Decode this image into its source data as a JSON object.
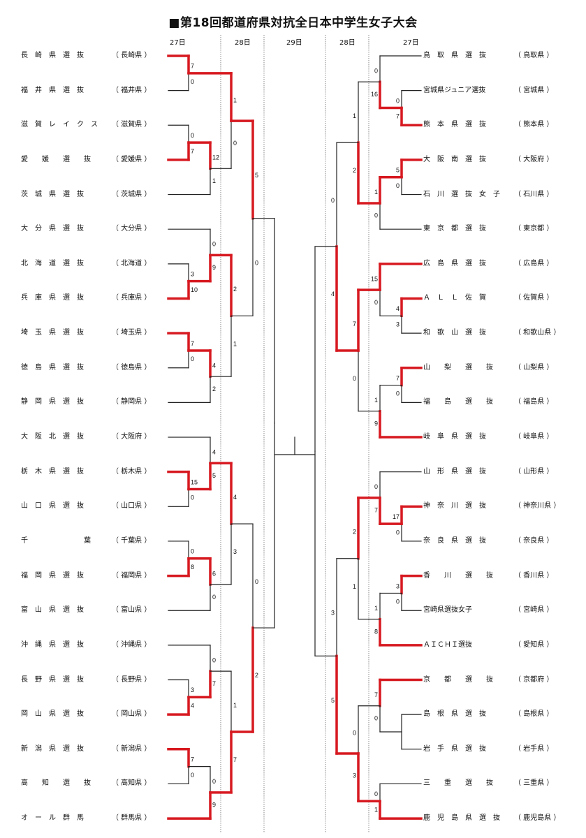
{
  "title": "■第18回都道府県対抗全日本中学生女子大会",
  "day_headers": {
    "left": [
      "27日",
      "28日"
    ],
    "center": "29日",
    "right": [
      "28日",
      "27日"
    ]
  },
  "chart_data": {
    "type": "bracket",
    "title": "■第18回都道府県対抗全日本中学生女子大会",
    "colors": {
      "winner_path": "#d71920",
      "line": "#222222",
      "day_divider": "#888888"
    },
    "left_teams": [
      {
        "name": "長　崎　県　選　抜",
        "pref": "長崎県"
      },
      {
        "name": "福　井　県　選　抜",
        "pref": "福井県"
      },
      {
        "name": "滋　賀　レ　イ　ク　ス",
        "pref": "滋賀県"
      },
      {
        "name": "愛　　媛　　選　　抜",
        "pref": "愛媛県"
      },
      {
        "name": "茨　城　県　選　抜",
        "pref": "茨城県"
      },
      {
        "name": "大　分　県　選　抜",
        "pref": "大分県"
      },
      {
        "name": "北　海　道　選　抜",
        "pref": "北海道"
      },
      {
        "name": "兵　庫　県　選　抜",
        "pref": "兵庫県"
      },
      {
        "name": "埼　玉　県　選　抜",
        "pref": "埼玉県"
      },
      {
        "name": "徳　島　県　選　抜",
        "pref": "徳島県"
      },
      {
        "name": "静　岡　県　選　抜",
        "pref": "静岡県"
      },
      {
        "name": "大　阪　北　選　抜",
        "pref": "大阪府"
      },
      {
        "name": "栃　木　県　選　抜",
        "pref": "栃木県"
      },
      {
        "name": "山　口　県　選　抜",
        "pref": "山口県"
      },
      {
        "name": "千　　　　　　　　葉",
        "pref": "千葉県"
      },
      {
        "name": "福　岡　県　選　抜",
        "pref": "福岡県"
      },
      {
        "name": "富　山　県　選　抜",
        "pref": "富山県"
      },
      {
        "name": "沖　縄　県　選　抜",
        "pref": "沖縄県"
      },
      {
        "name": "長　野　県　選　抜",
        "pref": "長野県"
      },
      {
        "name": "岡　山　県　選　抜",
        "pref": "岡山県"
      },
      {
        "name": "新　潟　県　選　抜",
        "pref": "新潟県"
      },
      {
        "name": "高　　知　　選　　抜",
        "pref": "高知県"
      },
      {
        "name": "オ　ー　ル　群　馬",
        "pref": "群馬県"
      }
    ],
    "right_teams": [
      {
        "name": "鳥　取　県　選　抜",
        "pref": "鳥取県"
      },
      {
        "name": "宮城県ジュニア選抜",
        "pref": "宮城県"
      },
      {
        "name": "熊　本　県　選　抜",
        "pref": "熊本県"
      },
      {
        "name": "大　阪　南　選　抜",
        "pref": "大阪府"
      },
      {
        "name": "石　川　選　抜　女　子",
        "pref": "石川県"
      },
      {
        "name": "東　京　都　選　抜",
        "pref": "東京都"
      },
      {
        "name": "広　島　県　選　抜",
        "pref": "広島県"
      },
      {
        "name": "Ａ　Ｌ　Ｌ　佐　賀",
        "pref": "佐賀県"
      },
      {
        "name": "和　歌　山　選　抜",
        "pref": "和歌山県"
      },
      {
        "name": "山　　梨　　選　　抜",
        "pref": "山梨県"
      },
      {
        "name": "福　　島　　選　　抜",
        "pref": "福島県"
      },
      {
        "name": "岐　阜　県　選　抜",
        "pref": "岐阜県"
      },
      {
        "name": "山　形　県　選　抜",
        "pref": "山形県"
      },
      {
        "name": "神　奈　川　選　抜",
        "pref": "神奈川県"
      },
      {
        "name": "奈　良　県　選　抜",
        "pref": "奈良県"
      },
      {
        "name": "香　　川　　選　　抜",
        "pref": "香川県"
      },
      {
        "name": "宮崎県選抜女子",
        "pref": "宮崎県"
      },
      {
        "name": "ＡＩＣＨＩ選抜",
        "pref": "愛知県"
      },
      {
        "name": "京　　都　　選　　抜",
        "pref": "京都府"
      },
      {
        "name": "島　根　県　選　抜",
        "pref": "島根県"
      },
      {
        "name": "岩　手　県　選　抜",
        "pref": "岩手県"
      },
      {
        "name": "三　　重　　選　　抜",
        "pref": "三重県"
      },
      {
        "name": "鹿　児　島　県　選　抜",
        "pref": "鹿児島県"
      }
    ],
    "left_matches": [
      {
        "id": "L1",
        "round": 1,
        "a": {
          "team": 0
        },
        "b": {
          "team": 1
        },
        "score_a": "7",
        "score_b": "0",
        "winner": "a"
      },
      {
        "id": "L2",
        "round": 1,
        "a": {
          "team": 2
        },
        "b": {
          "team": 3
        },
        "score_a": "0",
        "score_b": "7",
        "winner": "b"
      },
      {
        "id": "L3",
        "round": 2,
        "a": {
          "match": "L2"
        },
        "b": {
          "team": 4
        },
        "score_a": "12",
        "score_b": "1",
        "winner": "a"
      },
      {
        "id": "L4",
        "round": 2,
        "a": {
          "match": "L1"
        },
        "b": {
          "match": "L3"
        },
        "score_a": "1",
        "score_b": "0",
        "winner": "a",
        "col": 3
      },
      {
        "id": "L5",
        "round": 1,
        "a": {
          "team": 6
        },
        "b": {
          "team": 7
        },
        "score_a": "3",
        "score_b": "10",
        "winner": "b"
      },
      {
        "id": "L6",
        "round": 2,
        "a": {
          "team": 5
        },
        "b": {
          "match": "L5"
        },
        "score_a": "0",
        "score_b": "9",
        "winner": "b"
      },
      {
        "id": "L7",
        "round": 1,
        "a": {
          "team": 8
        },
        "b": {
          "team": 9
        },
        "score_a": "7",
        "score_b": "0",
        "winner": "a"
      },
      {
        "id": "L8",
        "round": 2,
        "a": {
          "match": "L7"
        },
        "b": {
          "team": 10
        },
        "score_a": "4",
        "score_b": "2",
        "winner": "a"
      },
      {
        "id": "L9",
        "round": 3,
        "a": {
          "match": "L6"
        },
        "b": {
          "match": "L8"
        },
        "score_a": "2",
        "score_b": "1",
        "winner": "a"
      },
      {
        "id": "L10",
        "round": 4,
        "a": {
          "match": "L4"
        },
        "b": {
          "match": "L9"
        },
        "score_a": "5",
        "score_b": "0",
        "winner": "a"
      },
      {
        "id": "L11",
        "round": 1,
        "a": {
          "team": 12
        },
        "b": {
          "team": 13
        },
        "score_a": "15",
        "score_b": "0",
        "winner": "a"
      },
      {
        "id": "L12",
        "round": 2,
        "a": {
          "team": 11
        },
        "b": {
          "match": "L11"
        },
        "score_a": "4",
        "score_b": "5",
        "winner": "b"
      },
      {
        "id": "L13",
        "round": 1,
        "a": {
          "team": 14
        },
        "b": {
          "team": 15
        },
        "score_a": "0",
        "score_b": "8",
        "winner": "b"
      },
      {
        "id": "L14",
        "round": 2,
        "a": {
          "match": "L13"
        },
        "b": {
          "team": 16
        },
        "score_a": "6",
        "score_b": "0",
        "winner": "a"
      },
      {
        "id": "L15",
        "round": 3,
        "a": {
          "match": "L12"
        },
        "b": {
          "match": "L14"
        },
        "score_a": "4",
        "score_b": "3",
        "winner": "a"
      },
      {
        "id": "L16",
        "round": 1,
        "a": {
          "team": 18
        },
        "b": {
          "team": 19
        },
        "score_a": "3",
        "score_b": "4",
        "winner": "b"
      },
      {
        "id": "L17",
        "round": 2,
        "a": {
          "team": 17
        },
        "b": {
          "match": "L16"
        },
        "score_a": "0",
        "score_b": "7",
        "winner": "b"
      },
      {
        "id": "L18",
        "round": 1,
        "a": {
          "team": 20
        },
        "b": {
          "team": 21
        },
        "score_a": "7",
        "score_b": "0",
        "winner": "a"
      },
      {
        "id": "L19",
        "round": 2,
        "a": {
          "match": "L18"
        },
        "b": {
          "team": 22
        },
        "score_a": "0",
        "score_b": "9",
        "winner": "b"
      },
      {
        "id": "L20",
        "round": 3,
        "a": {
          "match": "L17"
        },
        "b": {
          "match": "L19"
        },
        "score_a": "1",
        "score_b": "7",
        "winner": "b"
      },
      {
        "id": "L21",
        "round": 4,
        "a": {
          "match": "L15"
        },
        "b": {
          "match": "L20"
        },
        "score_a": "0",
        "score_b": "2",
        "winner": "b"
      },
      {
        "id": "L22",
        "round": 5,
        "a": {
          "match": "L10"
        },
        "b": {
          "match": "L21"
        },
        "score_a": "",
        "score_b": "",
        "winner": ""
      }
    ],
    "right_matches": [
      {
        "id": "R1",
        "round": 1,
        "a": {
          "team": 1
        },
        "b": {
          "team": 2
        },
        "score_a": "0",
        "score_b": "7",
        "winner": "b"
      },
      {
        "id": "R2",
        "round": 2,
        "a": {
          "team": 0
        },
        "b": {
          "match": "R1"
        },
        "score_a": "0",
        "score_b": "16",
        "winner": "b"
      },
      {
        "id": "R3",
        "round": 1,
        "a": {
          "team": 3
        },
        "b": {
          "team": 4
        },
        "score_a": "5",
        "score_b": "0",
        "winner": "a"
      },
      {
        "id": "R4",
        "round": 2,
        "a": {
          "match": "R3"
        },
        "b": {
          "team": 5
        },
        "score_a": "1",
        "score_b": "0",
        "winner": "a"
      },
      {
        "id": "R5",
        "round": 3,
        "a": {
          "match": "R2"
        },
        "b": {
          "match": "R4"
        },
        "score_a": "1",
        "score_b": "2",
        "winner": "b"
      },
      {
        "id": "R6",
        "round": 1,
        "a": {
          "team": 7
        },
        "b": {
          "team": 8
        },
        "score_a": "4",
        "score_b": "3",
        "winner": "a"
      },
      {
        "id": "R7",
        "round": 2,
        "a": {
          "team": 6
        },
        "b": {
          "match": "R6"
        },
        "score_a": "15",
        "score_b": "0",
        "winner": "a"
      },
      {
        "id": "R8",
        "round": 1,
        "a": {
          "team": 9
        },
        "b": {
          "team": 10
        },
        "score_a": "7",
        "score_b": "0",
        "winner": "a"
      },
      {
        "id": "R9",
        "round": 2,
        "a": {
          "match": "R8"
        },
        "b": {
          "team": 11
        },
        "score_a": "1",
        "score_b": "9",
        "winner": "b"
      },
      {
        "id": "R10",
        "round": 3,
        "a": {
          "match": "R7"
        },
        "b": {
          "match": "R9"
        },
        "score_a": "7",
        "score_b": "0",
        "winner": "a"
      },
      {
        "id": "R11",
        "round": 4,
        "a": {
          "match": "R5"
        },
        "b": {
          "match": "R10"
        },
        "score_a": "0",
        "score_b": "4",
        "winner": "b"
      },
      {
        "id": "R12",
        "round": 1,
        "a": {
          "team": 13
        },
        "b": {
          "team": 14
        },
        "score_a": "17",
        "score_b": "0",
        "winner": "a"
      },
      {
        "id": "R13",
        "round": 2,
        "a": {
          "team": 12
        },
        "b": {
          "match": "R12"
        },
        "score_a": "0",
        "score_b": "7",
        "winner": "b"
      },
      {
        "id": "R14",
        "round": 1,
        "a": {
          "team": 15
        },
        "b": {
          "team": 16
        },
        "score_a": "3",
        "score_b": "0",
        "winner": "a"
      },
      {
        "id": "R15",
        "round": 2,
        "a": {
          "match": "R14"
        },
        "b": {
          "team": 17
        },
        "score_a": "1",
        "score_b": "8",
        "winner": "b"
      },
      {
        "id": "R16",
        "round": 3,
        "a": {
          "match": "R13"
        },
        "b": {
          "match": "R15"
        },
        "score_a": "2",
        "score_b": "1",
        "winner": "a"
      },
      {
        "id": "R17",
        "round": 1,
        "a": {
          "team": 19
        },
        "b": {
          "team": 20
        },
        "score_a": "",
        "score_b": "",
        "winner": ""
      },
      {
        "id": "R18",
        "round": 2,
        "a": {
          "team": 18
        },
        "b": {
          "match": "R17"
        },
        "score_a": "7",
        "score_b": "0",
        "winner": "a"
      },
      {
        "id": "R19",
        "round": 2,
        "a": {
          "team": 21
        },
        "b": {
          "team": 22
        },
        "score_a": "0",
        "score_b": "1",
        "winner": "b"
      },
      {
        "id": "R20",
        "round": 3,
        "a": {
          "match": "R18"
        },
        "b": {
          "match": "R19"
        },
        "score_a": "0",
        "score_b": "3",
        "winner": "b"
      },
      {
        "id": "R21",
        "round": 4,
        "a": {
          "match": "R16"
        },
        "b": {
          "match": "R20"
        },
        "score_a": "3",
        "score_b": "5",
        "winner": "b"
      },
      {
        "id": "R22",
        "round": 5,
        "a": {
          "match": "R11"
        },
        "b": {
          "match": "R21"
        },
        "score_a": "",
        "score_b": "",
        "winner": ""
      }
    ],
    "final": {
      "note": "undecided"
    }
  }
}
